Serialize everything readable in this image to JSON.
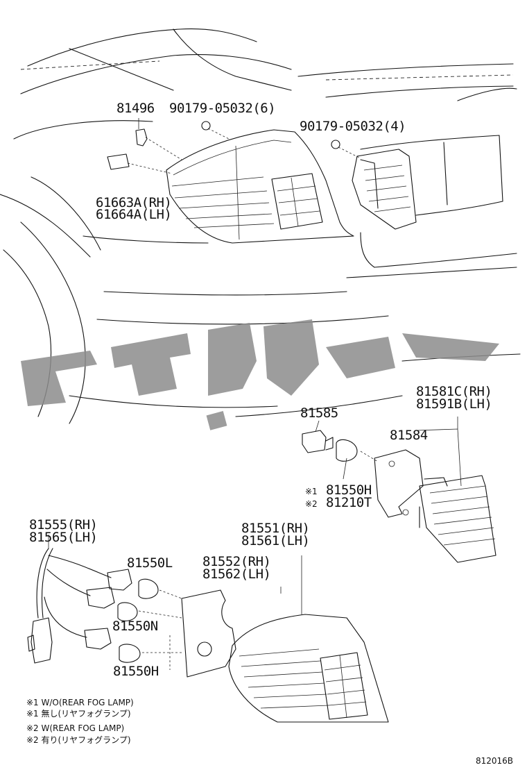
{
  "parts": {
    "p81496": "81496",
    "p90179_6": "90179-05032(6)",
    "p90179_4": "90179-05032(4)",
    "p61663": "61663A(RH)",
    "p61664": "61664A(LH)",
    "p81581": "81581C(RH)",
    "p81591": "81591B(LH)",
    "p81585": "81585",
    "p81584": "81584",
    "p81550H_top": "81550H",
    "p81210T": "81210T",
    "p81555": "81555(RH)",
    "p81565": "81565(LH)",
    "p81551": "81551(RH)",
    "p81561": "81561(LH)",
    "p81550L": "81550L",
    "p81552": "81552(RH)",
    "p81562": "81562(LH)",
    "p81550N": "81550N",
    "p81550H_bot": "81550H"
  },
  "markers": {
    "m1": "※1",
    "m2": "※2"
  },
  "notes": [
    "※1 W/O(REAR FOG LAMP)",
    "※1 無し(リヤフォグランプ)",
    "※2 W(REAR FOG LAMP)",
    "※2 有り(リヤフォグランプ)"
  ],
  "diagram_code": "812016B",
  "watermark": {
    "color": "#8c8c8c",
    "icon": "watermark-logo"
  }
}
